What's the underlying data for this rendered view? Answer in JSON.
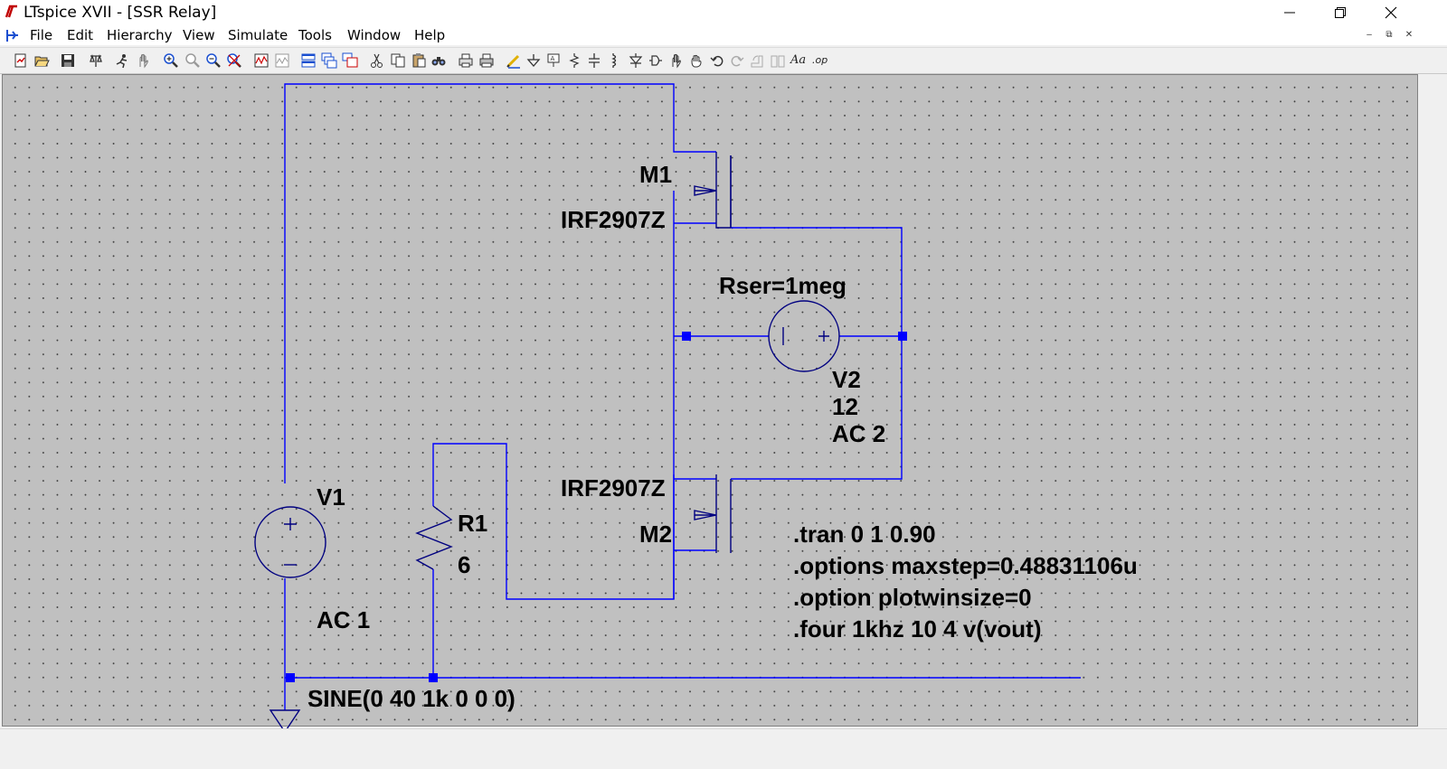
{
  "window": {
    "title": "LTspice XVII - [SSR Relay]",
    "controls": [
      "minimize",
      "restore",
      "close"
    ]
  },
  "menu": {
    "items": [
      {
        "label": "File"
      },
      {
        "label": "Edit"
      },
      {
        "label": "Hierarchy"
      },
      {
        "label": "View"
      },
      {
        "label": "Simulate"
      },
      {
        "label": "Tools"
      },
      {
        "label": "Window"
      },
      {
        "label": "Help"
      }
    ],
    "mdi_controls": [
      "–",
      "⧉",
      "✕"
    ]
  },
  "toolbar": {
    "buttons": [
      "new-schematic-icon",
      "open-icon",
      "save-icon",
      "control-panel-icon",
      "run-icon",
      "halt-icon",
      "zoom-in-icon",
      "zoom-pan-icon",
      "zoom-out-icon",
      "zoom-fit-icon",
      "autorange-icon",
      "pick-visible-traces-icon",
      "tile-horizontal-icon",
      "cascade-icon",
      "tile-vertical-icon",
      "cut-icon",
      "copy-icon",
      "paste-icon",
      "find-icon",
      "print-preview-icon",
      "print-icon",
      "draw-wire-icon",
      "ground-icon",
      "label-net-icon",
      "resistor-icon",
      "capacitor-icon",
      "inductor-icon",
      "diode-icon",
      "component-icon",
      "move-icon",
      "drag-icon",
      "undo-icon",
      "redo-icon",
      "rotate-icon",
      "mirror-icon",
      "text-icon",
      "spice-directive-icon"
    ],
    "text_aa": "Aa",
    "text_op": ".op"
  },
  "schematic": {
    "components": {
      "m1_name": "M1",
      "m1_value": "IRF2907Z",
      "m2_name": "M2",
      "m2_value": "IRF2907Z",
      "v2_param": "Rser=1meg",
      "v2_name": "V2",
      "v2_value": "12",
      "v2_ac": "AC 2",
      "v1_name": "V1",
      "v1_ac": "AC 1",
      "v1_value": "SINE(0 40 1k 0 0 0)",
      "r1_name": "R1",
      "r1_value": "6"
    },
    "directives": [
      ".tran 0 1 0.90",
      ".options maxstep=0.48831106u",
      ".option plotwinsize=0",
      ".four 1khz 10 4 v(vout)"
    ]
  },
  "colors": {
    "wire": "#0000ff",
    "junction": "#0000ff",
    "component": "#000080",
    "canvas": "#c0c0c0",
    "grid_dot": "#3a3a3a"
  }
}
